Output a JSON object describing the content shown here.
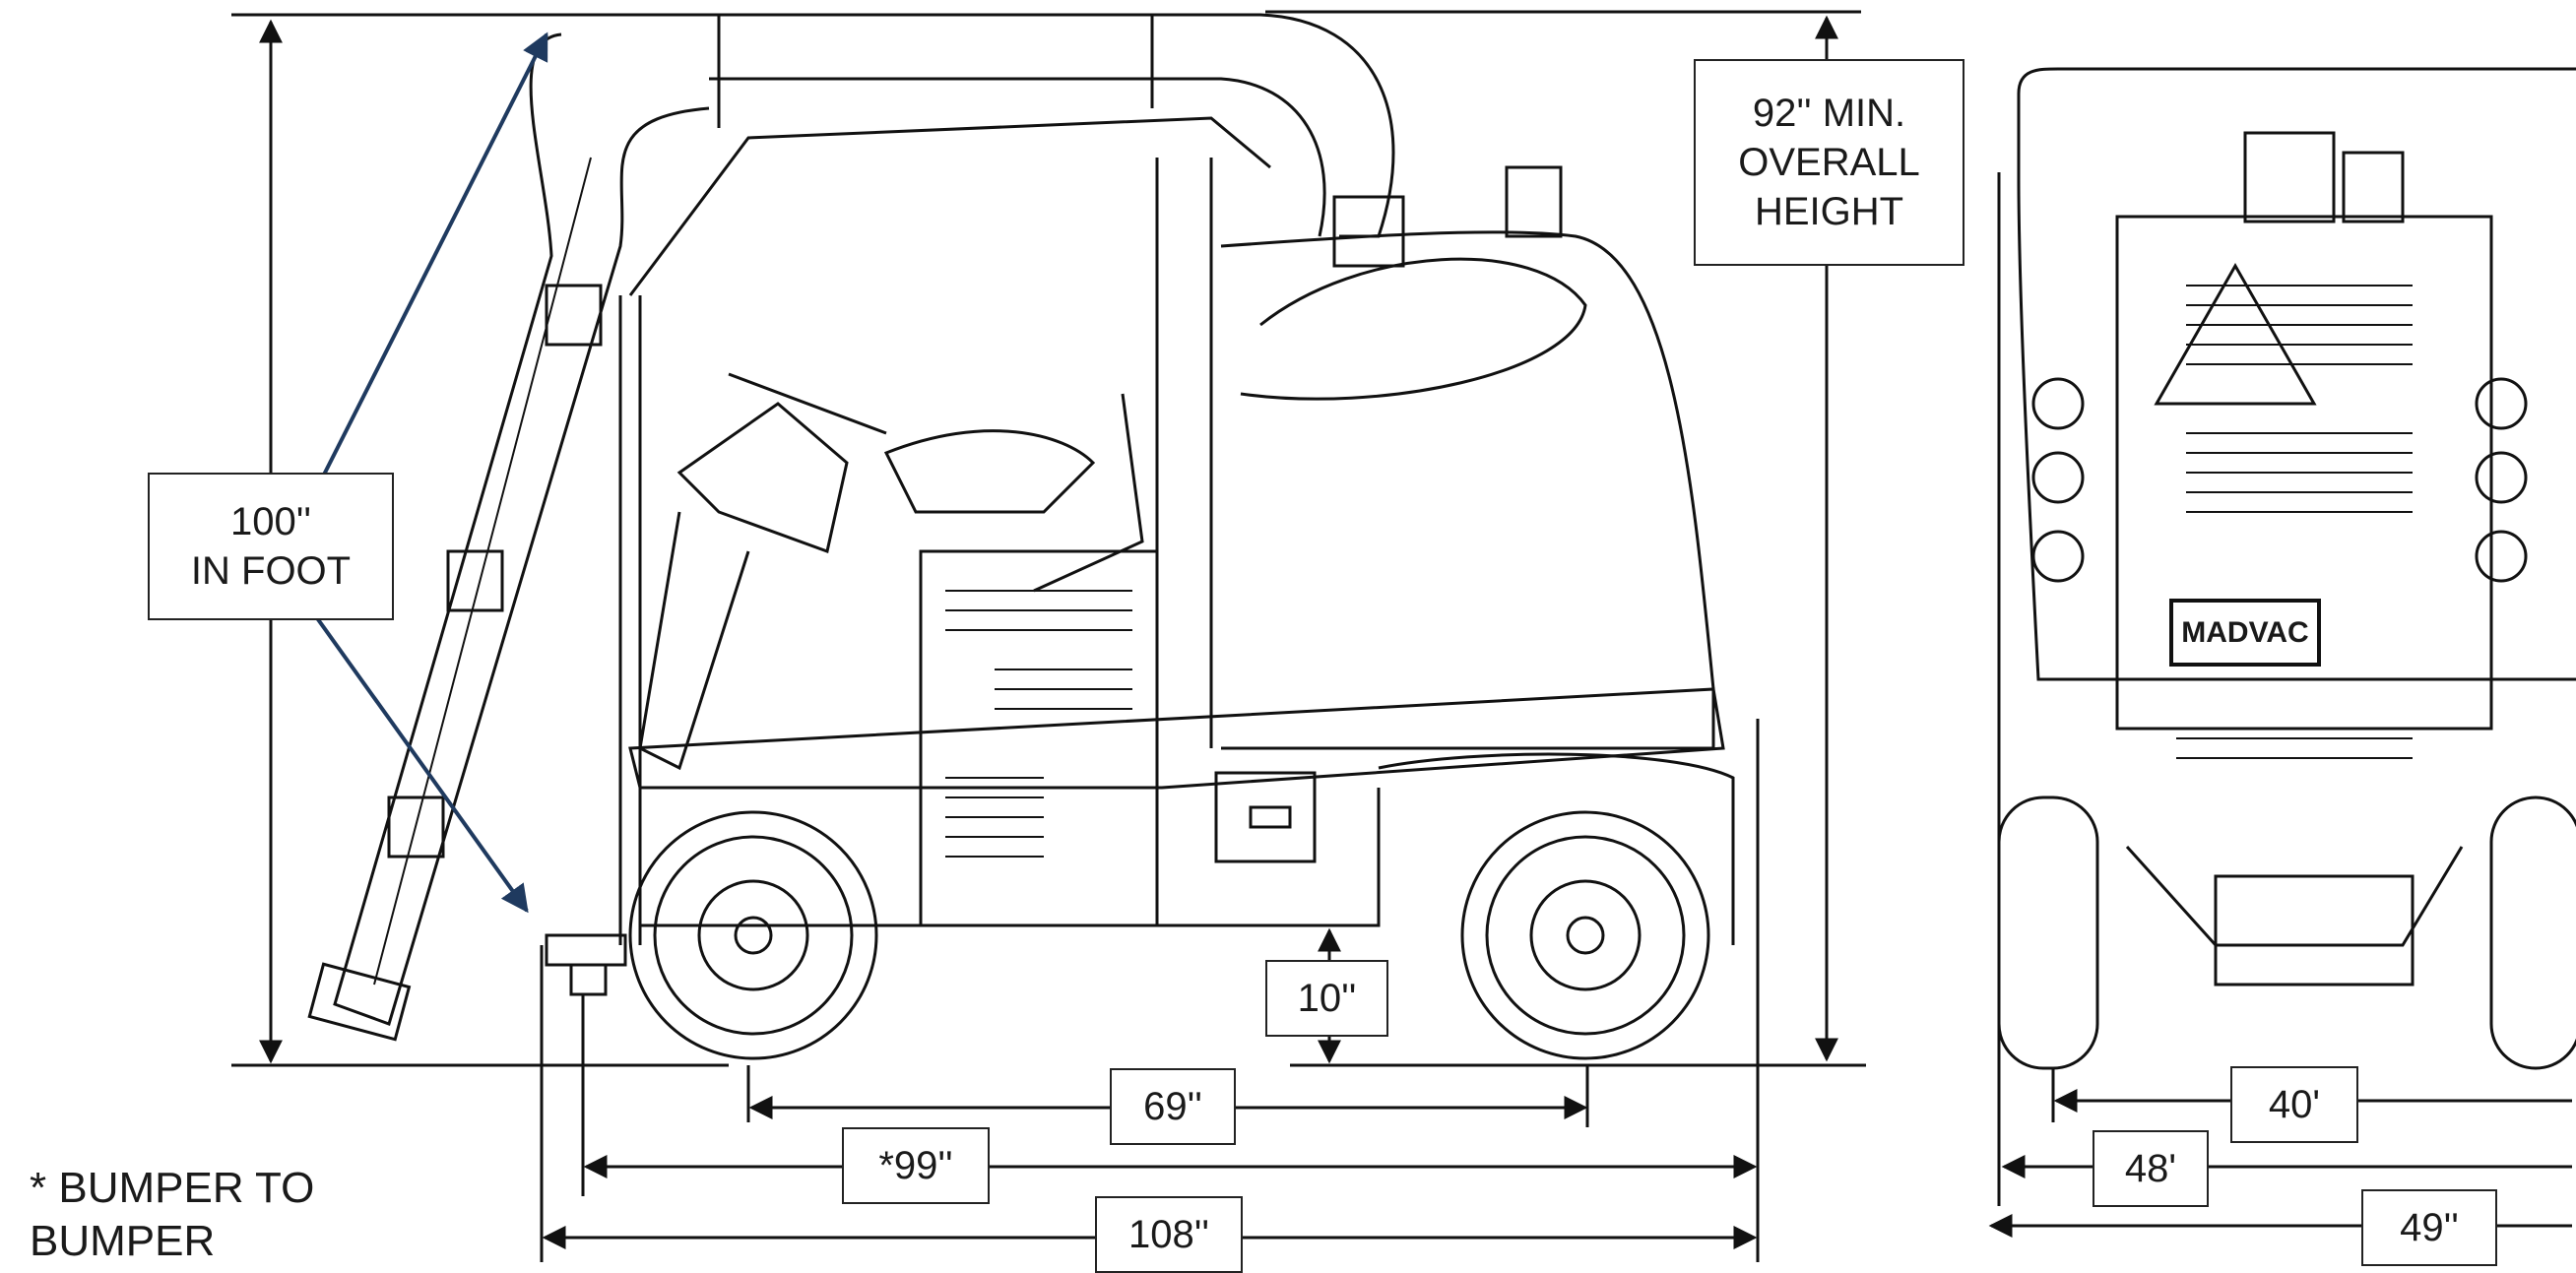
{
  "diagram": {
    "side_view": {
      "height_label": "92'' MIN.\nOVERALL\nHEIGHT",
      "arm_label": "100''\nIN FOOT",
      "clearance_label": "10''",
      "wheelbase_label": "69''",
      "bumper_length_label": "*99''",
      "overall_length_label": "108''"
    },
    "rear_view": {
      "brand_plate": "MADVAC",
      "inner_width_label": "40'",
      "mid_width_label": "48'",
      "overall_width_label": "49''"
    },
    "footnote": "* BUMPER TO BUMPER"
  },
  "colors": {
    "line": "#111111",
    "arrow": "#1f3a5f",
    "background": "#ffffff"
  }
}
